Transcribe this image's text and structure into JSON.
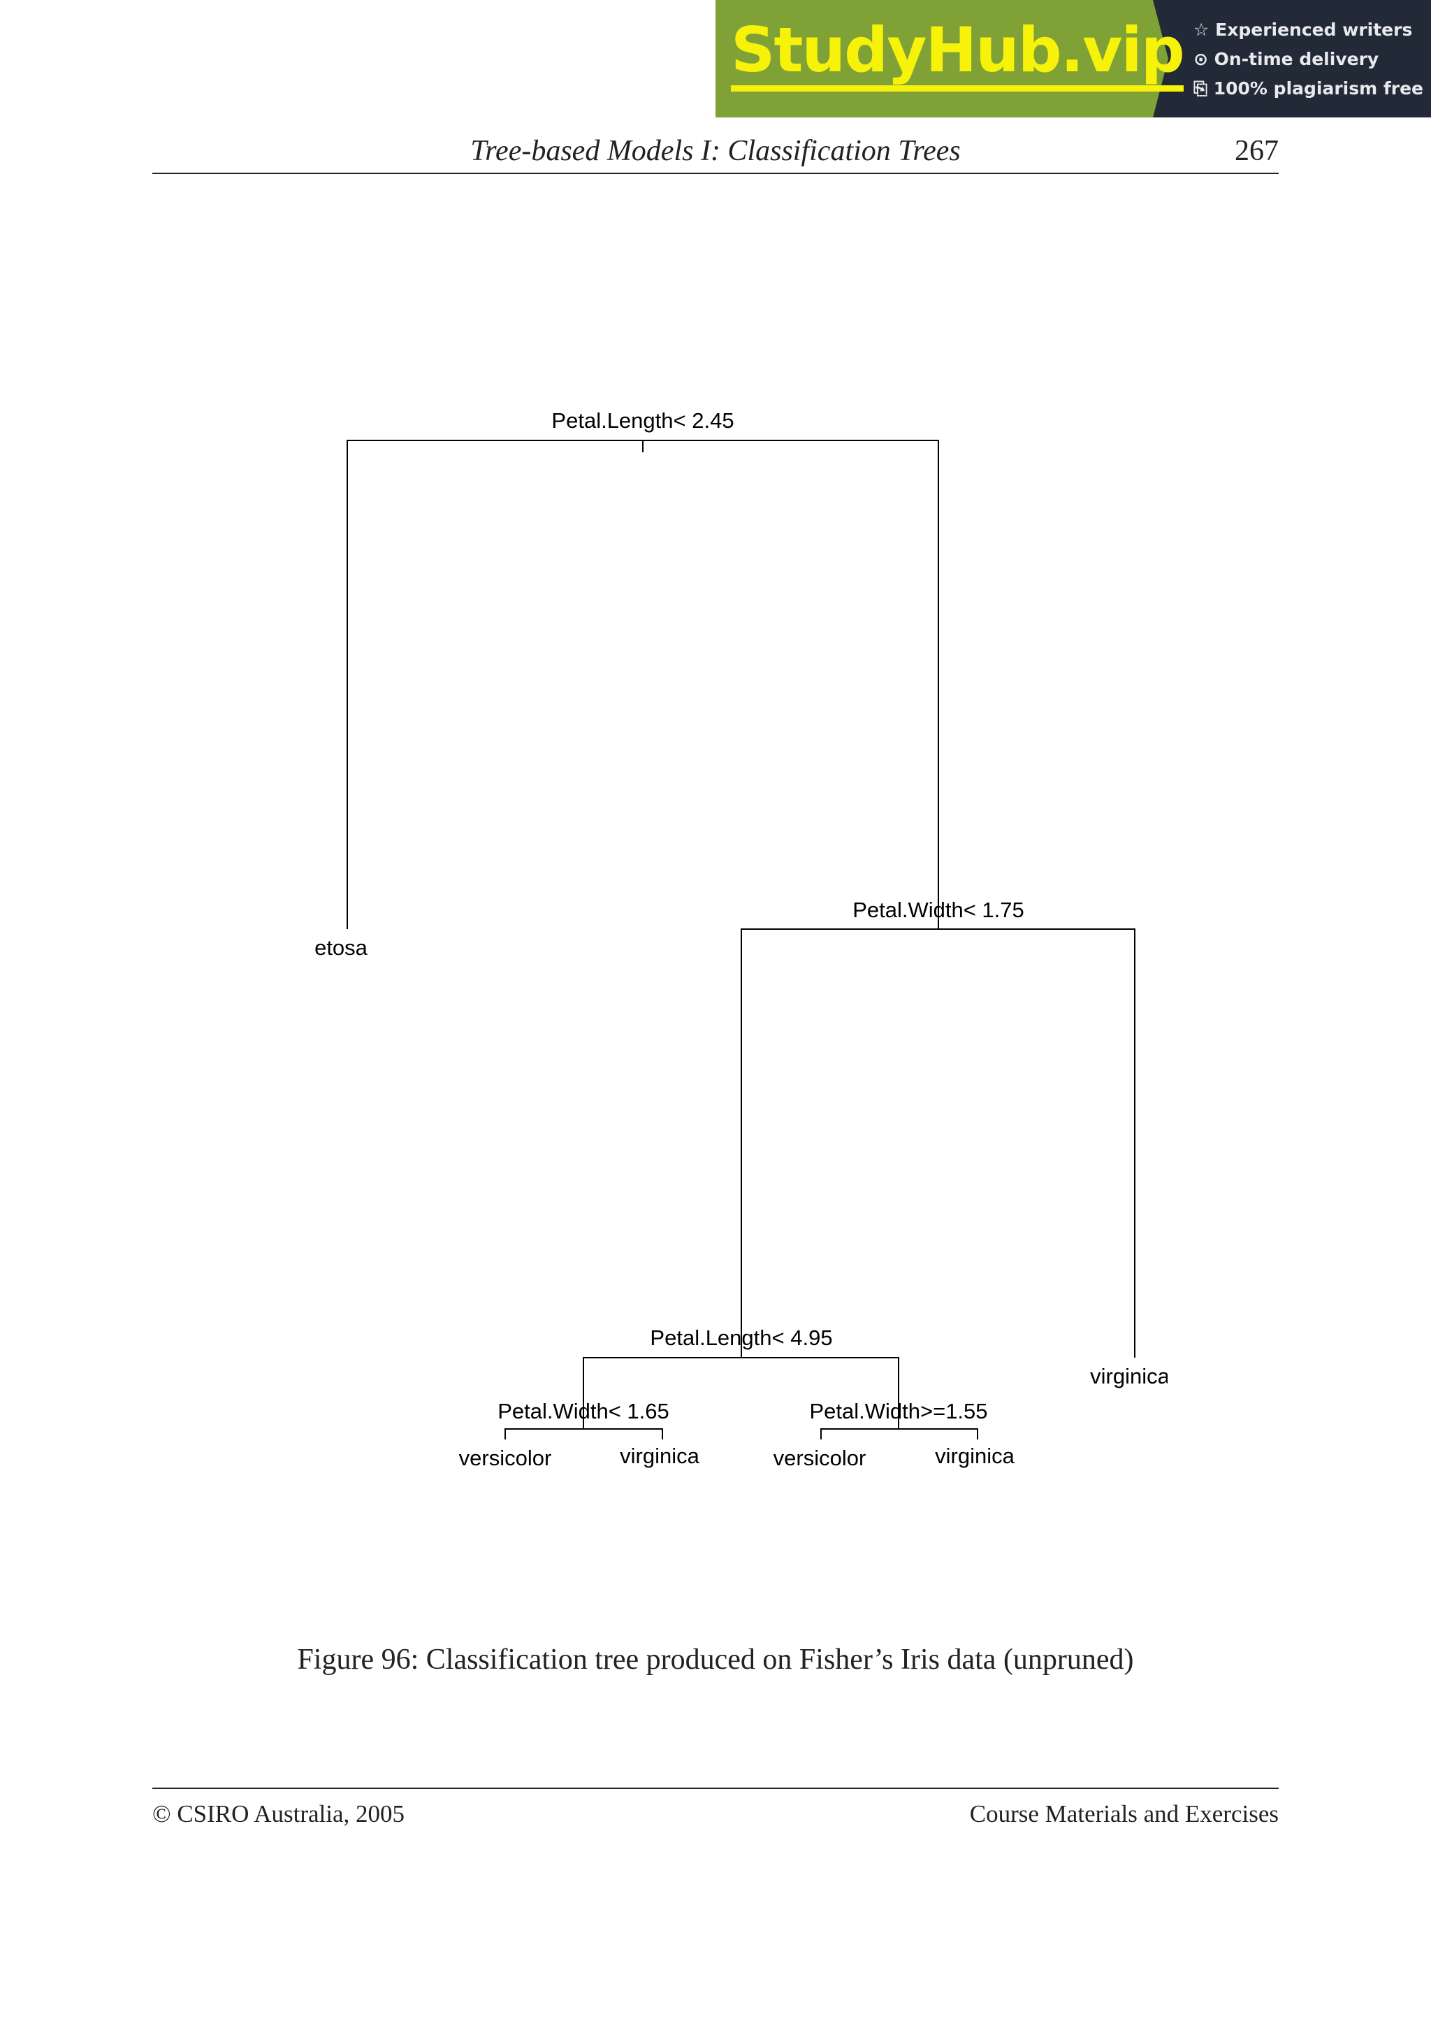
{
  "banner": {
    "brand": "StudyHub.vip",
    "colors": {
      "green": "#7fa136",
      "dark": "#222a38",
      "yellow": "#f6f20a"
    },
    "features": [
      {
        "icon": "star-icon",
        "glyph": "☆",
        "label": "Experienced writers"
      },
      {
        "icon": "clock-icon",
        "glyph": "⊙",
        "label": "On-time delivery"
      },
      {
        "icon": "copy-icon",
        "glyph": "⎘",
        "label": "100% plagiarism free"
      }
    ]
  },
  "header": {
    "title": "Tree-based Models I: Classification Trees",
    "page_number": "267"
  },
  "tree": {
    "root": "Petal.Length< 2.45",
    "leaf_setosa": "etosa",
    "split2": "Petal.Width< 1.75",
    "leaf_virginica_right": "virginica",
    "split3": "Petal.Length< 4.95",
    "split4_left": "Petal.Width< 1.65",
    "split4_right": "Petal.Width>=1.55",
    "leaves": [
      "versicolor",
      "virginica",
      "versicolor",
      "virginica"
    ]
  },
  "caption": "Figure 96: Classification tree produced on Fisher’s Iris data (unpruned)",
  "footer": {
    "left": "© CSIRO Australia, 2005",
    "right": "Course Materials and Exercises"
  }
}
